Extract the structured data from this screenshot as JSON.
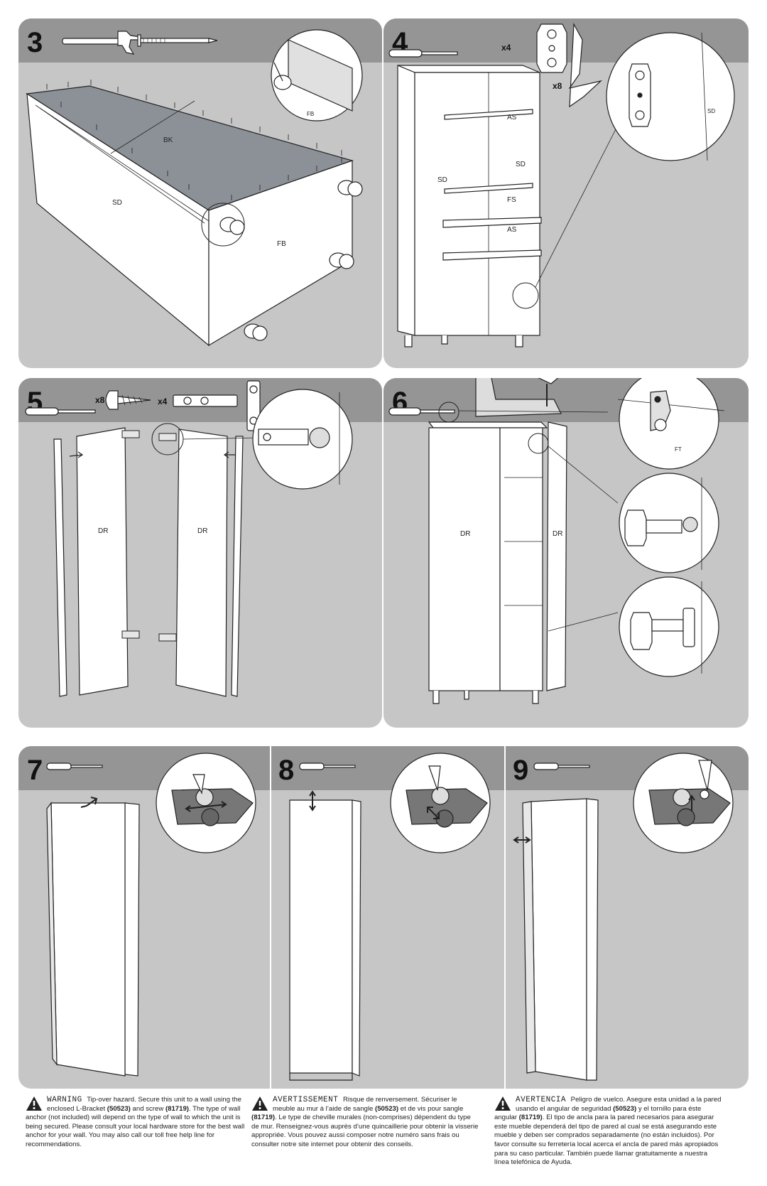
{
  "steps": [
    {
      "number": "3",
      "labels": {
        "bk": "BK",
        "sd": "SD",
        "fb": "FB",
        "fb_detail": "FB"
      }
    },
    {
      "number": "4",
      "qty_a": "x4",
      "qty_b": "x8",
      "labels": {
        "sd_left": "SD",
        "sd_right": "SD",
        "fs": "FS",
        "as_top": "AS",
        "as_bottom": "AS",
        "sd_detail": "SD"
      }
    },
    {
      "number": "5",
      "qty_a": "x8",
      "qty_b": "x4",
      "labels": {
        "dr_left": "DR",
        "dr_right": "DR"
      }
    },
    {
      "number": "6",
      "labels": {
        "dr_left": "DR",
        "dr_right": "DR",
        "ft_detail": "FT"
      }
    },
    {
      "number": "7"
    },
    {
      "number": "8"
    },
    {
      "number": "9"
    }
  ],
  "warnings": [
    {
      "heading": "WARNING",
      "text_1": " Tip-over hazard. Secure this unit to a wall using the enclosed  L-Bracket ",
      "part_1": "(50523)",
      "text_2": " and screw ",
      "part_2": "(81719)",
      "text_3": ". The type of wall anchor (not included) will depend on the type of wall to which the unit is being secured. Please consult your local hardware store for the best wall anchor for your wall. You may also call our toll free help line for recommendations."
    },
    {
      "heading": "AVERTISSEMENT",
      "text_1": " Risque de renversement. Sécuriser le meuble au mur à l’aide de sangle ",
      "part_1": "(50523)",
      "text_2": " et de vis pour sangle ",
      "part_2": "(81719)",
      "text_3": ". Le type de cheville murales (non-comprises) dépendent du type de mur. Renseignez-vous auprès d’une quincaillerie pour obtenir la visserie appropriée. Vous pouvez aussi composer notre numéro sans frais ou consulter notre site internet pour obtenir des conseils."
    },
    {
      "heading": "AVERTENCIA",
      "text_1": " Peligro de vuelco. Asegure esta unidad a la pared usando el angular de seguridad ",
      "part_1": "(50523)",
      "text_2": " y el tornillo para éste angular ",
      "part_2": "(81719)",
      "text_3": ". El tipo de ancla para la pared necesarios para asegurar este mueble dependerá del tipo de pared al cual se está asegurando este mueble y deben ser comprados separadamente (no están incluidos). Por favor consulte su ferretería local acerca el ancla de pared más apropiados para su caso particular. También puede llamar gratuitamente a nuestra línea telefónica de Ayuda."
    }
  ],
  "colors": {
    "panel": "#c6c6c6",
    "band": "#959595",
    "ink": "#222222"
  },
  "icons": [
    "hammer-icon",
    "nail-icon",
    "screwdriver-icon",
    "hinge-plate-icon",
    "hinge-icon",
    "wood-screw-icon",
    "l-bracket-icon",
    "warning-triangle-icon"
  ]
}
